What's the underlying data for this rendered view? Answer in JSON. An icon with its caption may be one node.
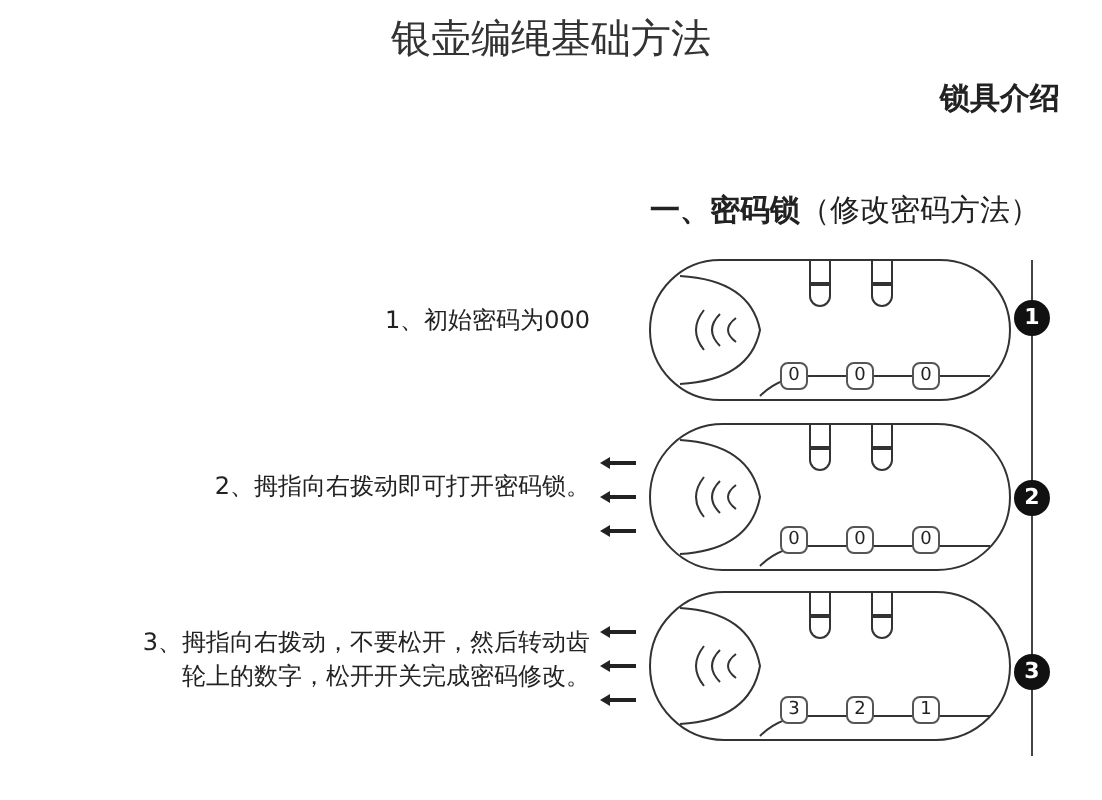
{
  "diagram": {
    "title": "银壶编绳基础方法",
    "labels": [
      "锁具介绍",
      "**一、密码锁**（修改密码方法）",
      "1、初始密码为000",
      "0",
      "0",
      "0",
      "1",
      "2、拇指向右拨动即可打开密码锁。",
      "0",
      "0",
      "0",
      "2",
      "3、拇指向右拨动，不要松开，然后转动齿轮上的数字，松开开关完成密码修改。",
      "3",
      "2",
      "1",
      "3"
    ]
  }
}
